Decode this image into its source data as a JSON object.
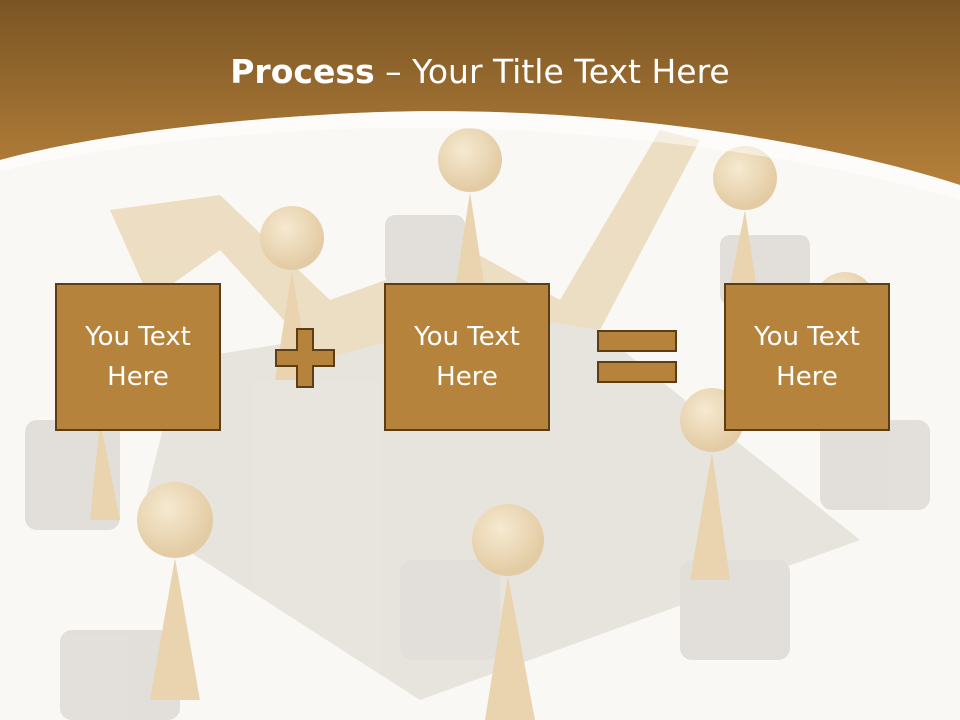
{
  "slide": {
    "title_bold": "Process",
    "title_rest": " – Your Title Text Here",
    "boxes": [
      {
        "text": "You Text\nHere"
      },
      {
        "text": "You Text\nHere"
      },
      {
        "text": "You Text\nHere"
      }
    ],
    "operators": [
      "plus-icon",
      "equals-icon"
    ],
    "colors": {
      "header_top": "#7a5524",
      "header_bottom": "#b07a35",
      "box_fill": "#b5833c",
      "box_border": "#5c3d16",
      "background": "#faf8f4"
    }
  }
}
